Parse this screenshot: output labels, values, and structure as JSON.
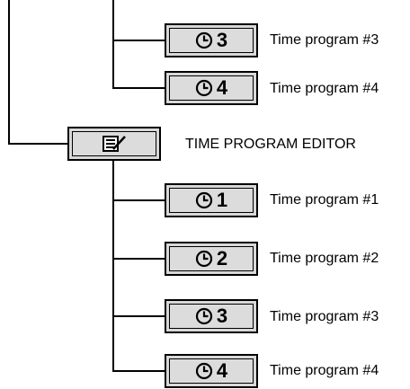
{
  "items": [
    {
      "number": "3",
      "label": "Time program #3"
    },
    {
      "number": "4",
      "label": "Time program #4"
    }
  ],
  "editor": {
    "label": "TIME PROGRAM EDITOR",
    "icon": "edit-list-icon",
    "children": [
      {
        "number": "1",
        "label": "Time program #1"
      },
      {
        "number": "2",
        "label": "Time program #2"
      },
      {
        "number": "3",
        "label": "Time program #3"
      },
      {
        "number": "4",
        "label": "Time program #4"
      }
    ]
  },
  "icons": {
    "program": "clock-icon"
  }
}
